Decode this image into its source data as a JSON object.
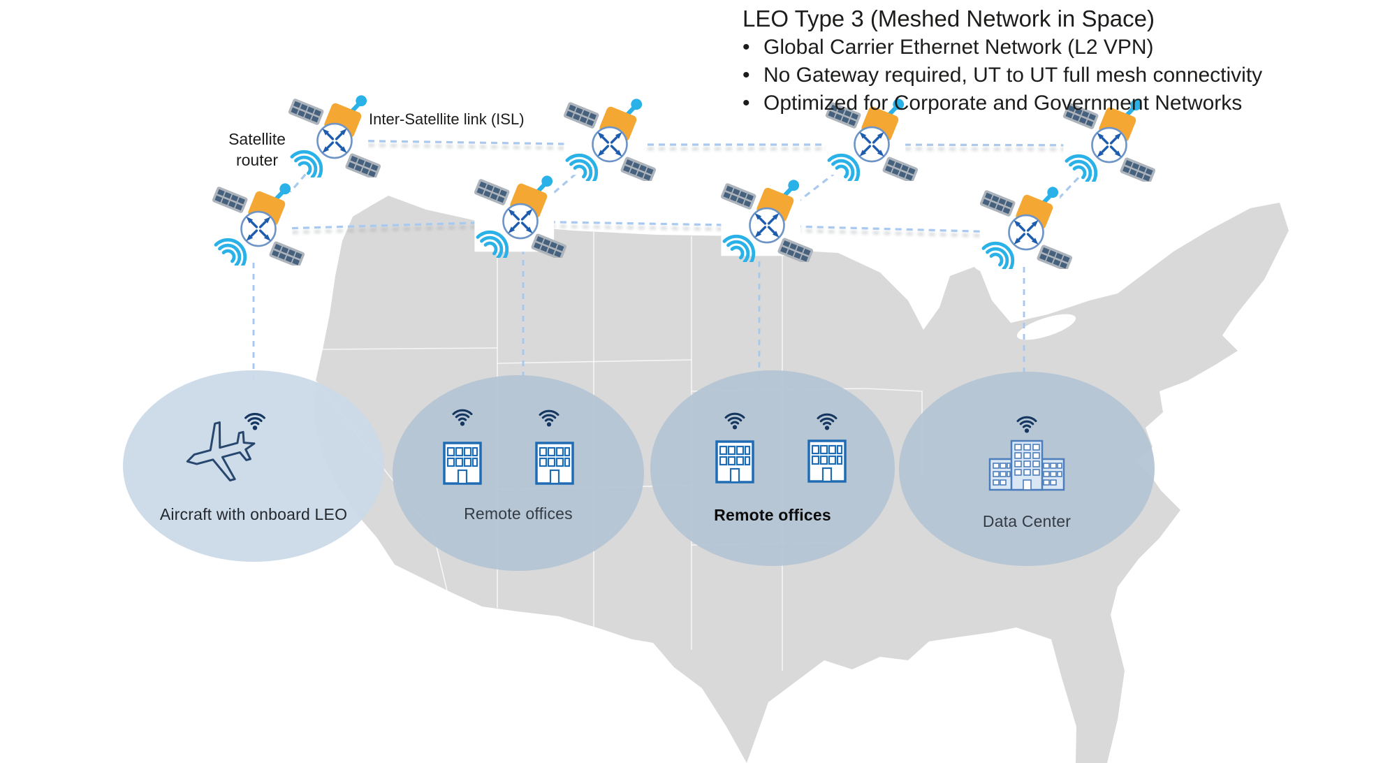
{
  "header": {
    "title": "LEO Type 3 (Meshed Network in Space)",
    "bullet_glyph": "•",
    "bullets": [
      "Global Carrier Ethernet Network (L2 VPN)",
      "No Gateway required, UT to UT full mesh connectivity",
      "Optimized for Corporate and Government Networks"
    ]
  },
  "annotations": {
    "satellite_router_line1": "Satellite",
    "satellite_router_line2": "router",
    "isl_label": "Inter-Satellite link (ISL)"
  },
  "sites": {
    "aircraft": {
      "label": "Aircraft with onboard LEO"
    },
    "remote_offices_west": {
      "label": "Remote offices"
    },
    "remote_offices_east": {
      "label": "Remote offices"
    },
    "data_center": {
      "label": "Data Center"
    }
  },
  "network": {
    "satellite_rows": 2,
    "satellites_per_row": 4,
    "link_types": [
      "inter-satellite-link",
      "satellite-to-ground-link"
    ]
  },
  "colors": {
    "page_bg": "#ffffff",
    "map_fill": "#d9d9d9",
    "state_border": "#ffffff",
    "link_dash": "#a9c9ef",
    "link_shadow": "#9ba0a6",
    "satellite_body": "#f5a733",
    "satellite_antenna": "#29b1e8",
    "router_symbol": "#1e5dad",
    "router_circle_stroke": "#6d94c6",
    "solar_panel": "#aeb4bb",
    "solar_cell": "#46617e",
    "ellipse_aircraft": "#cbdae8",
    "ellipse_site": "#b4c4d2",
    "building_stroke": "#1f6cb4",
    "data_center_fill": "#d9e6f3",
    "data_center_stroke": "#4b7dbd",
    "wifi_icon": "#14365f",
    "airplane_outline": "#27476e",
    "text": "#1c1c1b"
  }
}
